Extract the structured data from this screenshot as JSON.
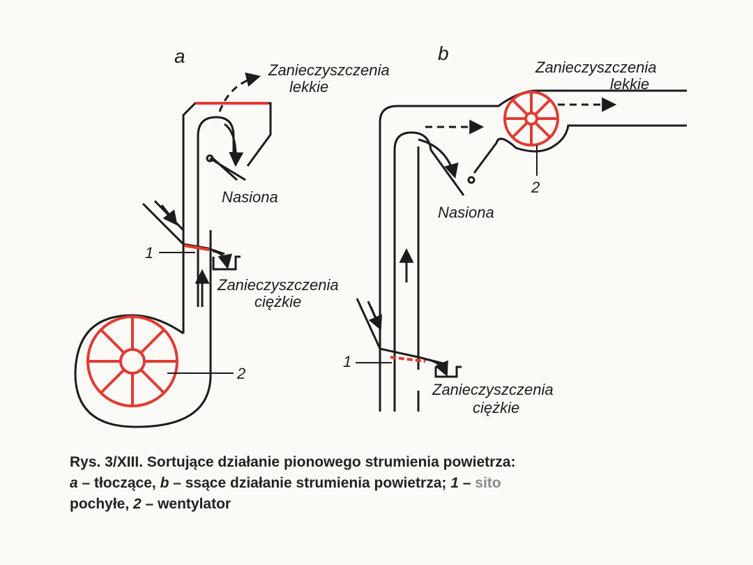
{
  "colors": {
    "ink": "#1c1c1c",
    "accent_red": "#e23a32",
    "background": "#fbfaf6"
  },
  "diagram_a": {
    "letter": "a",
    "light_impurities": [
      "Zanieczyszczenia",
      "lekkie"
    ],
    "seeds": "Nasiona",
    "heavy_impurities": [
      "Zanieczyszczenia",
      "ciężkie"
    ],
    "sieve_number": "1",
    "fan_number": "2"
  },
  "diagram_b": {
    "letter": "b",
    "light_impurities": [
      "Zanieczyszczenia",
      "lekkie"
    ],
    "seeds": "Nasiona",
    "heavy_impurities": [
      "Zanieczyszczenia",
      "ciężkie"
    ],
    "sieve_number": "1",
    "fan_number": "2"
  },
  "caption": {
    "line1": "Rys. 3/XIII. Sortujące działanie pionowego strumienia powietrza:",
    "line2_a": "a",
    "line2_mid": " – tłoczące, ",
    "line2_b": "b",
    "line2_rest": " – ssące działanie strumienia powietrza; ",
    "line2_1": "1",
    "line2_dash": " – ",
    "line2_sito": "sito",
    "line3_start": "pochyłe, ",
    "line3_2": "2",
    "line3_rest": " – wentylator"
  }
}
